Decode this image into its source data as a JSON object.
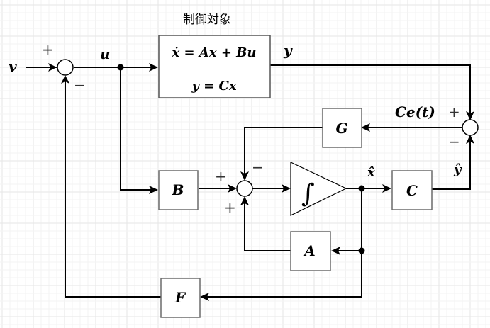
{
  "diagram": {
    "title": "制御対象",
    "plant_equations": [
      "ẋ = Ax + Bu",
      "y = Cx"
    ],
    "signals": {
      "input": "v",
      "control": "u",
      "output": "y",
      "error": "Ce(t)",
      "estimate_state": "x̂",
      "estimate_output": "ŷ"
    },
    "blocks": {
      "B": "B",
      "A": "A",
      "C": "C",
      "G": "G",
      "F": "F",
      "integrator": "∫"
    },
    "signs": {
      "sum1_plus": "+",
      "sum1_minus": "−",
      "sum2_plus_left": "+",
      "sum2_minus_top": "−",
      "sum2_plus_bottom": "+",
      "sum3_plus": "+",
      "sum3_minus": "−"
    }
  }
}
